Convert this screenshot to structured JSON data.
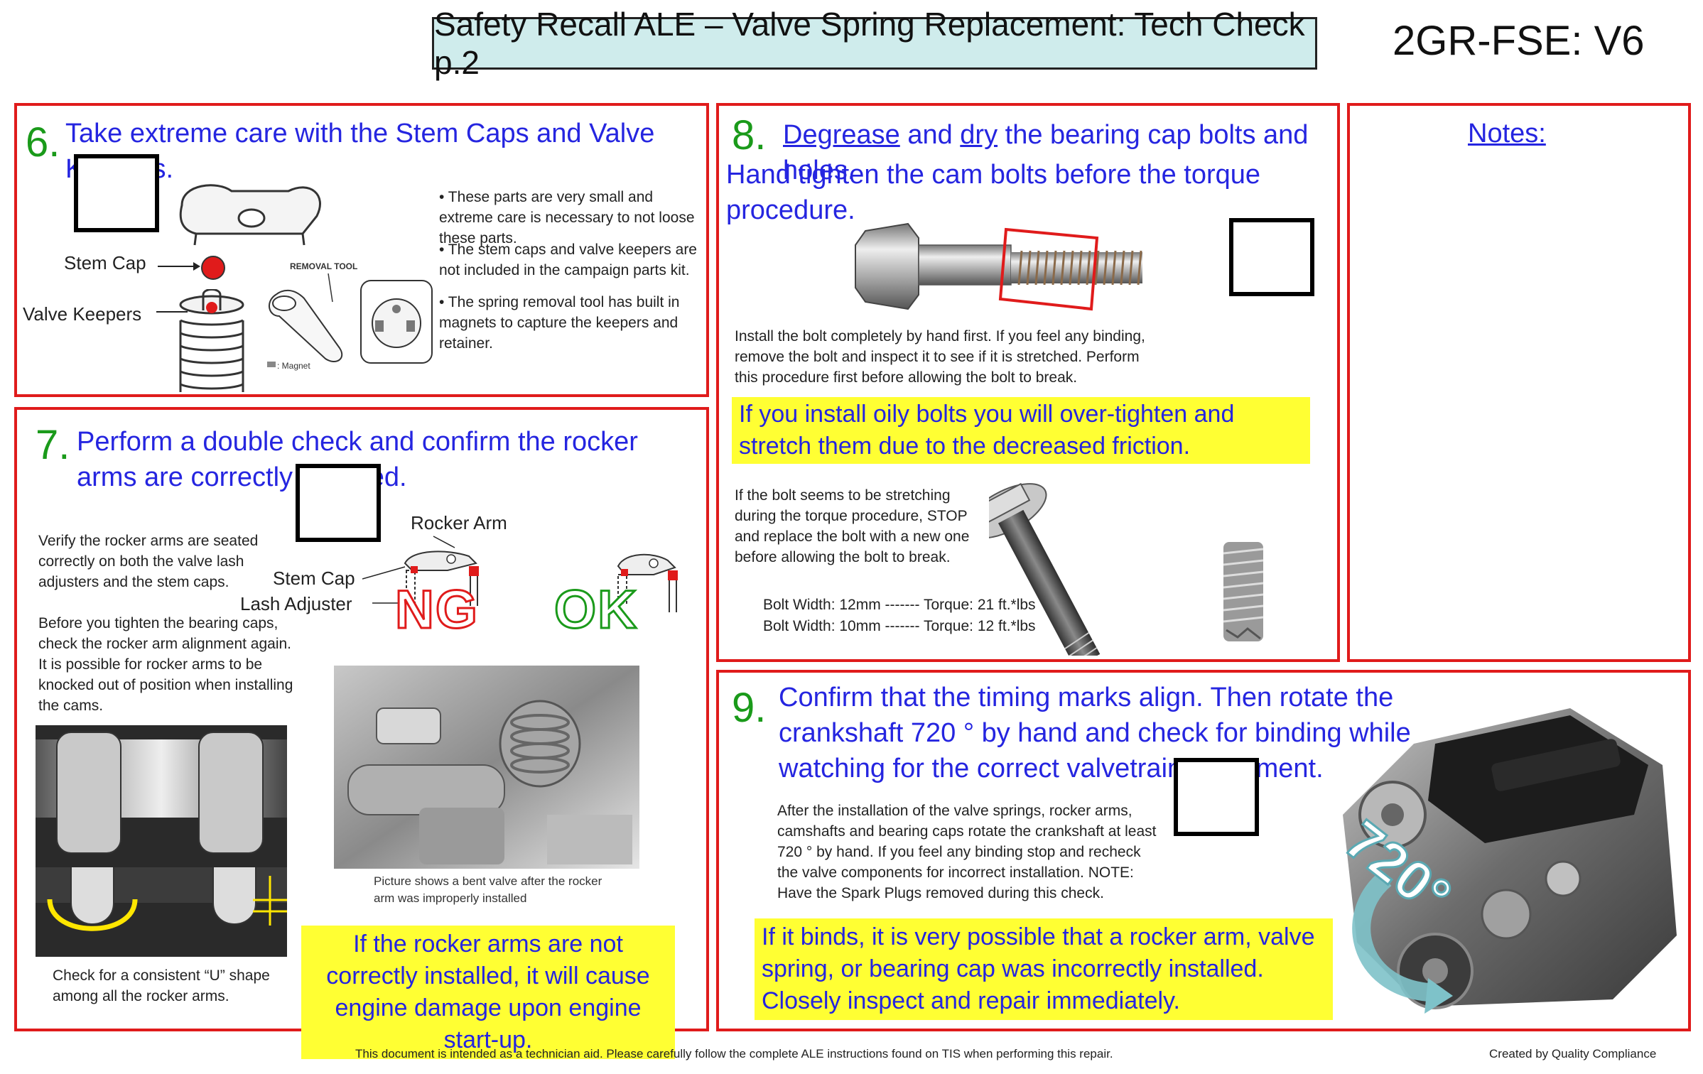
{
  "header": {
    "title": "Safety Recall ALE – Valve Spring Replacement: Tech Check p.2",
    "model": "2GR-FSE: V6"
  },
  "step6": {
    "number": "6.",
    "heading": "Take extreme care with the Stem Caps and Valve Keepers.",
    "label_stem_cap": "Stem Cap",
    "label_valve_keepers": "Valve Keepers",
    "label_removal_tool": "REMOVAL TOOL",
    "label_magnet": ": Magnet",
    "bullets": [
      "• These parts are very small and extreme care is necessary to not loose these parts.",
      "• The stem caps and valve keepers are not included in the campaign parts kit.",
      "• The spring removal tool has built in magnets to capture the keepers and retainer."
    ]
  },
  "step7": {
    "number": "7.",
    "heading": "Perform a double check and confirm the rocker arms are correctly installed.",
    "text1": "Verify the rocker arms are seated correctly on both the valve lash adjusters and the stem caps.",
    "text2": "Before you tighten the bearing caps, check the rocker arm alignment again. It is possible for rocker arms to be knocked out of position when installing the cams.",
    "label_rocker_arm": "Rocker Arm",
    "label_stem_cap": "Stem Cap",
    "label_lash_adjuster": "Lash Adjuster",
    "ng": "NG",
    "ok": "OK",
    "photo_caption": "Picture shows a bent valve after the rocker arm was improperly installed",
    "u_caption": "Check for a consistent “U” shape among all the rocker arms.",
    "warning": "If the rocker arms are not correctly installed, it will cause engine damage upon engine start-up."
  },
  "step8": {
    "number": "8.",
    "heading_degrease": "Degrease",
    "heading_and": " and ",
    "heading_dry": "dry",
    "heading_rest": " the bearing cap bolts and holes.",
    "heading_line2": "Hand tighten the cam bolts before the torque procedure.",
    "text1": "Install the bolt completely by hand first. If you feel any binding, remove the bolt and inspect it to see if it is stretched. Perform this procedure first before allowing the bolt to break.",
    "warning": "If you install oily bolts you will over-tighten and stretch them due to the decreased friction.",
    "text2": "If the bolt seems to be stretching during the torque procedure, STOP and replace the bolt with a new one before allowing the bolt to break.",
    "spec1": "Bolt Width: 12mm ------- Torque: 21 ft.*lbs",
    "spec2": "Bolt Width: 10mm ------- Torque: 12 ft.*lbs"
  },
  "notes": {
    "title": "Notes:"
  },
  "step9": {
    "number": "9.",
    "heading": "Confirm that the timing marks align. Then rotate the crankshaft 720 ° by hand and check for binding while watching for the correct valvetrain movement.",
    "text": "After the installation of the valve springs, rocker arms, camshafts and bearing caps rotate the crankshaft at least 720 °   by hand.  If you feel any binding stop and recheck the valve components for incorrect installation. NOTE: Have the Spark Plugs removed during this check.",
    "warning": "If it binds, it is very possible that a rocker arm, valve spring, or bearing cap was incorrectly installed. Closely inspect and repair immediately.",
    "rotation_label": "720°"
  },
  "footer": {
    "disclaimer": "This document is intended as a technician aid. Please carefully follow the complete ALE instructions found on TIS when performing this repair.",
    "credit": "Created by Quality Compliance"
  },
  "colors": {
    "panel_border": "#e01b1b",
    "heading_blue": "#2525e0",
    "step_number_green": "#1a9a1a",
    "highlight_yellow": "#ffff33",
    "title_bg": "#cfecec"
  }
}
